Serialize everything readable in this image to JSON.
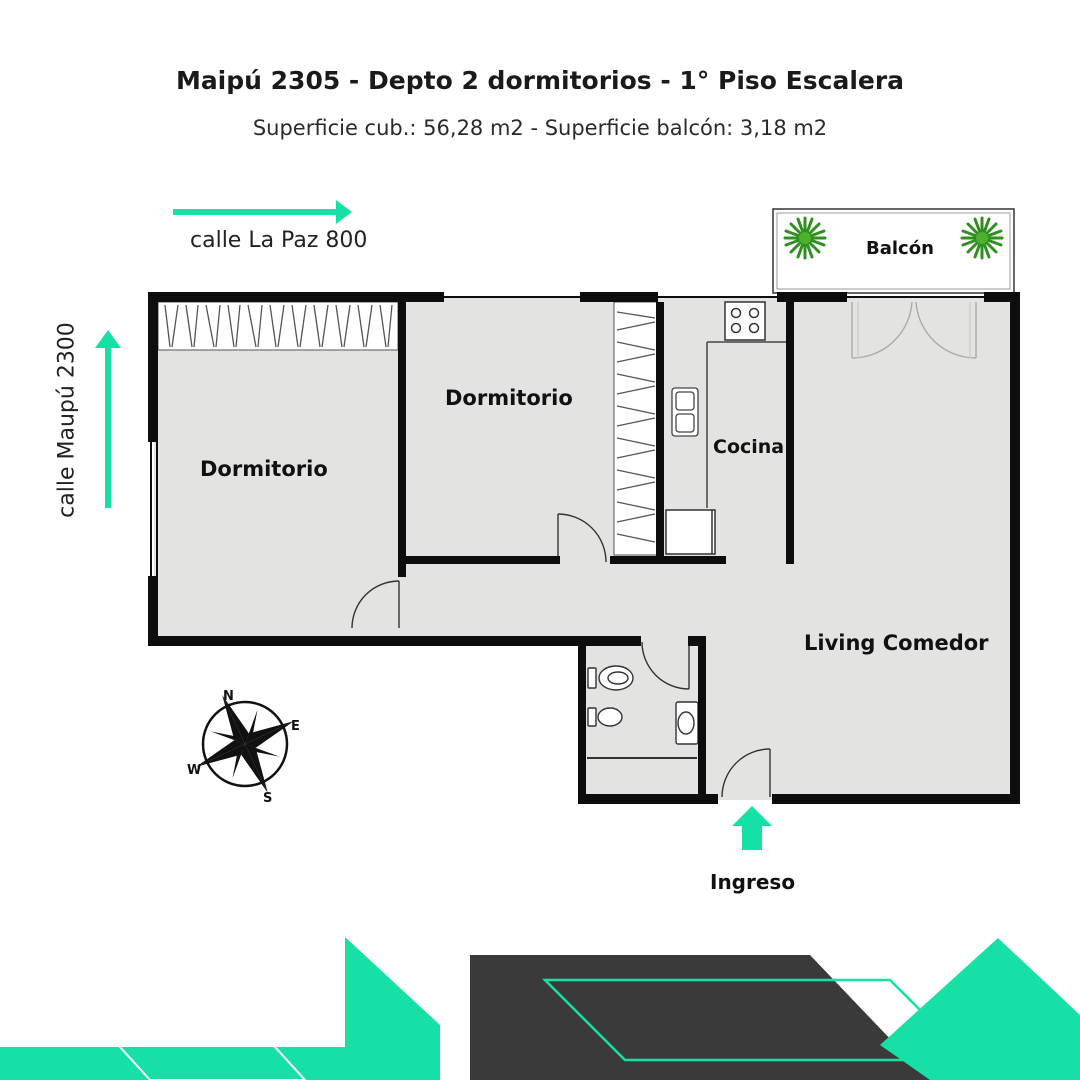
{
  "header": {
    "title": "Maipú 2305 - Depto 2 dormitorios - 1° Piso Escalera",
    "subtitle": "Superficie cub.: 56,28 m2 - Superficie balcón: 3,18 m2"
  },
  "streets": {
    "horizontal": "calle La Paz 800",
    "vertical": "calle Maupú 2300"
  },
  "rooms": {
    "bedroom_left": "Dormitorio",
    "bedroom_center": "Dormitorio",
    "kitchen": "Cocina",
    "balcony": "Balcón",
    "living": "Living Comedor"
  },
  "entrance": "Ingreso",
  "compass": {
    "n": "N",
    "e": "E",
    "s": "S",
    "w": "W"
  },
  "colors": {
    "accent": "#16e0a6",
    "wall": "#0d0d0d",
    "floor": "#e3e3e1",
    "dark_panel": "#3a3a3a"
  }
}
